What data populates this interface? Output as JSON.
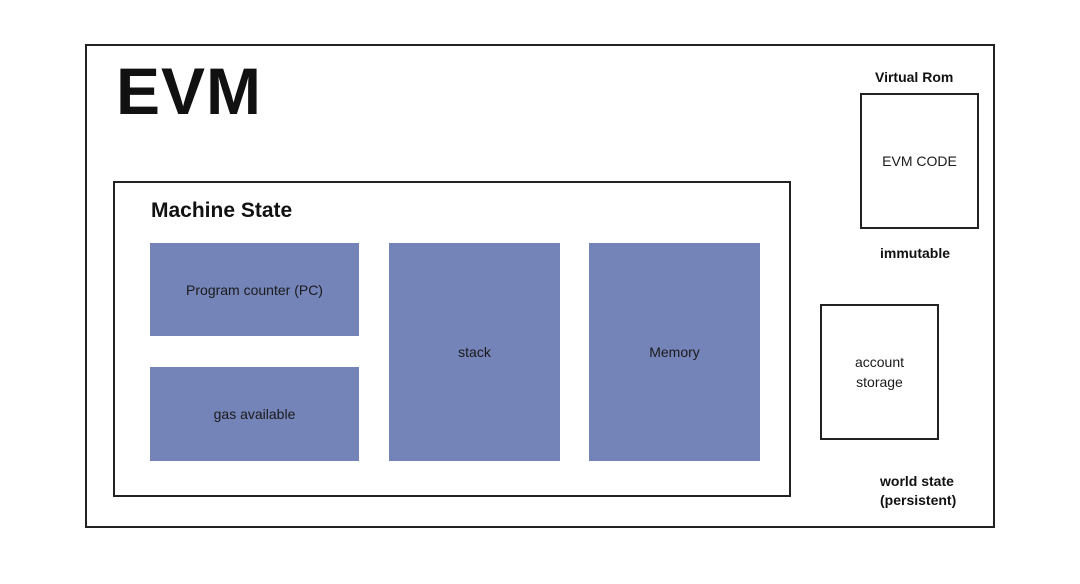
{
  "title": "EVM",
  "machine_state": {
    "title": "Machine State",
    "program_counter": "Program counter (PC)",
    "gas": "gas available",
    "stack": "stack",
    "memory": "Memory"
  },
  "virtual_rom": {
    "label": "Virtual Rom",
    "code": "EVM CODE",
    "note": "immutable"
  },
  "world_state": {
    "storage_line1": "account",
    "storage_line2": "storage",
    "label_line1": "world state",
    "label_line2": "(persistent)"
  },
  "colors": {
    "block_fill": "#7484b8",
    "border": "#222222"
  }
}
